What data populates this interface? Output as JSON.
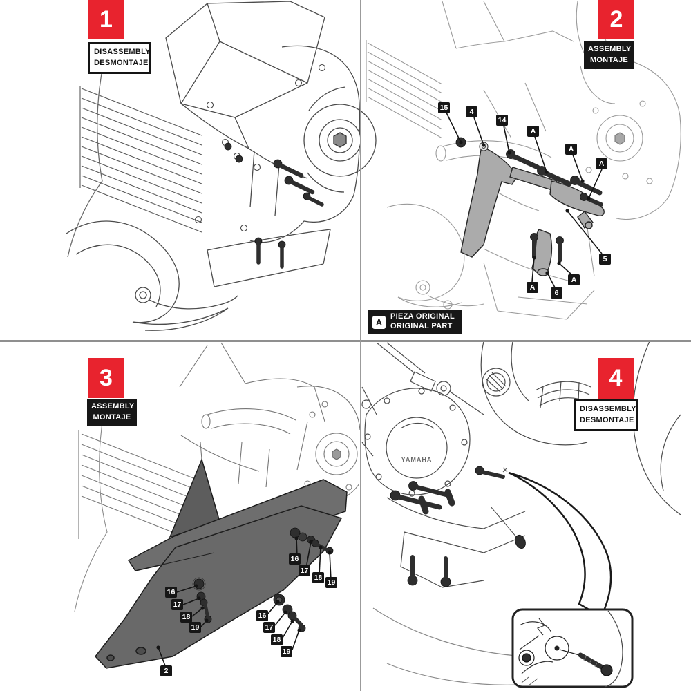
{
  "colors": {
    "badge_red": "#e8232e",
    "callout_black": "#161616",
    "label_black": "#171717",
    "plate_gray": "#696969",
    "bracket_gray": "#ababab",
    "divider_gray": "#9b9b9b"
  },
  "panels": [
    {
      "number": "1",
      "label_line1": "DISASSEMBLY",
      "label_line2": "DESMONTAJE"
    },
    {
      "number": "2",
      "label_line1": "ASSEMBLY",
      "label_line2": "MONTAJE",
      "callouts": [
        {
          "label": "15"
        },
        {
          "label": "4"
        },
        {
          "label": "14"
        },
        {
          "label": "A"
        },
        {
          "label": "A"
        },
        {
          "label": "A"
        },
        {
          "label": "5"
        },
        {
          "label": "A"
        },
        {
          "label": "6"
        },
        {
          "label": "A"
        }
      ],
      "legend": {
        "icon_label": "A",
        "line1": "PIEZA ORIGINAL",
        "line2": "ORIGINAL PART"
      }
    },
    {
      "number": "3",
      "label_line1": "ASSEMBLY",
      "label_line2": "MONTAJE",
      "callouts": [
        {
          "label": "16"
        },
        {
          "label": "17"
        },
        {
          "label": "18"
        },
        {
          "label": "19"
        },
        {
          "label": "16"
        },
        {
          "label": "17"
        },
        {
          "label": "18"
        },
        {
          "label": "19"
        },
        {
          "label": "16"
        },
        {
          "label": "17"
        },
        {
          "label": "18"
        },
        {
          "label": "19"
        },
        {
          "label": "2"
        }
      ]
    },
    {
      "number": "4",
      "label_line1": "DISASSEMBLY",
      "label_line2": "DESMONTAJE",
      "engine_logo": "YAMAHA"
    }
  ]
}
